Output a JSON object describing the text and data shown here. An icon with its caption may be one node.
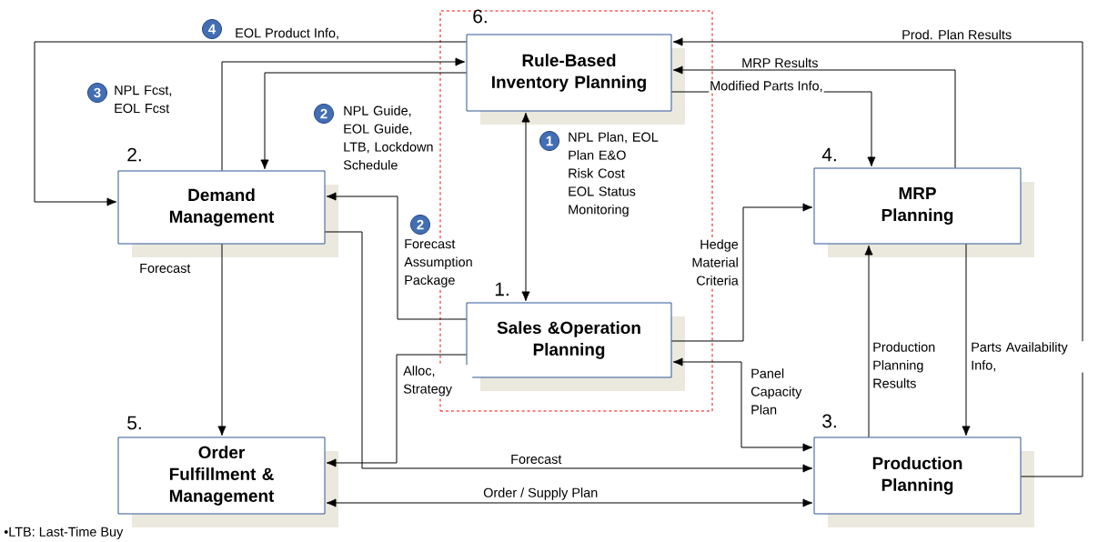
{
  "diagram": {
    "nodes": [
      {
        "text": [],
        "shape": "box"
      },
      {
        "text": [
          "Rule-Based Inventory Planning"
        ],
        "in": 0,
        "beside": [
          "6."
        ]
      },
      {
        "text": [
          "Sales &Operation Planning"
        ],
        "in": 0,
        "beside": [
          "1."
        ]
      },
      {
        "text": [
          "Demand Management"
        ],
        "beside": [
          "2."
        ]
      },
      {
        "text": [
          "MRP Planning"
        ],
        "beside": [
          "4."
        ]
      },
      {
        "text": [
          "Order Fulfillment & Management"
        ],
        "beside": [
          "5."
        ]
      },
      {
        "text": [
          "Production Planning"
        ],
        "beside": [
          "3."
        ]
      }
    ],
    "edges": [
      {
        "from": 1,
        "to": 3,
        "arrow": "to",
        "label": "EOL Product Info,"
      },
      {
        "from": 3,
        "to": 1,
        "arrow": "to",
        "label": "NPL Fcst, EOL Fcst"
      },
      {
        "from": 1,
        "to": 3,
        "arrow": "to",
        "label": "NPL Guide, EOL Guide, LTB, Lockdown Schedule"
      },
      {
        "from": 1,
        "to": 2,
        "arrow": "both",
        "label": "NPL Plan, EOL Plan E&O Risk Cost EOL Status Monitoring"
      },
      {
        "from": 2,
        "to": 3,
        "arrow": "to",
        "label": "Forecast Assumption Package"
      },
      {
        "from": 3,
        "to": 6,
        "arrow": "to",
        "label": "Forecast"
      },
      {
        "from": 3,
        "to": 5,
        "arrow": "to",
        "label": "Forecast"
      },
      {
        "from": 2,
        "to": 5,
        "arrow": "to",
        "label": "Alloc, Strategy"
      },
      {
        "from": 5,
        "to": 6,
        "arrow": "both",
        "label": "Order / Supply Plan"
      },
      {
        "from": 2,
        "to": 4,
        "arrow": "to",
        "label": "Hedge Material Criteria"
      },
      {
        "from": 2,
        "to": 6,
        "arrow": "both",
        "label": "Panel Capacity Plan"
      },
      {
        "from": 1,
        "to": 4,
        "arrow": "to",
        "label": "Modified Parts Info,"
      },
      {
        "from": 4,
        "to": 1,
        "arrow": "to",
        "label": "MRP Results"
      },
      {
        "from": 6,
        "to": 1,
        "arrow": "to",
        "label": "Prod. Plan Results"
      },
      {
        "from": 6,
        "to": 4,
        "arrow": "to",
        "label": "Production Planning Results"
      },
      {
        "from": 4,
        "to": 6,
        "arrow": "to",
        "label": "Parts Availability Info,"
      }
    ],
    "labels": [
      "4",
      "3",
      "2",
      "1",
      "2",
      "•LTB: Last-Time Buy"
    ]
  }
}
